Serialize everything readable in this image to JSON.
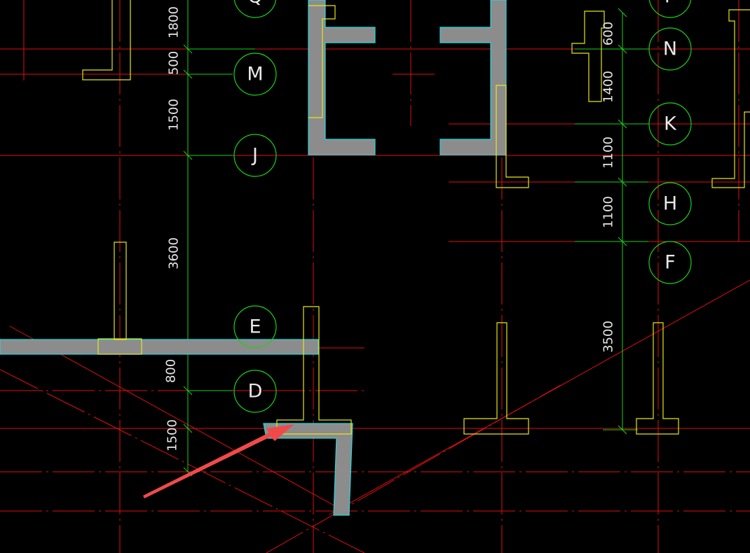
{
  "colors": {
    "background": "#000000",
    "axis": "#e01010",
    "dimension": "#19d219",
    "column_outline": "#e6e61a",
    "wall_fill": "#8c8c8c",
    "wall_outline": "#25d7e0",
    "annotation_arrow": "#ef4a4a"
  },
  "grid_bubbles": {
    "left": [
      "Q",
      "M",
      "J",
      "E",
      "D"
    ],
    "right": [
      "P",
      "N",
      "K",
      "H",
      "F"
    ]
  },
  "dimensions": {
    "left": [
      "1800",
      "500",
      "1500",
      "3600",
      "800",
      "1500"
    ],
    "right": [
      "600",
      "1400",
      "1100",
      "1100",
      "3500"
    ]
  }
}
